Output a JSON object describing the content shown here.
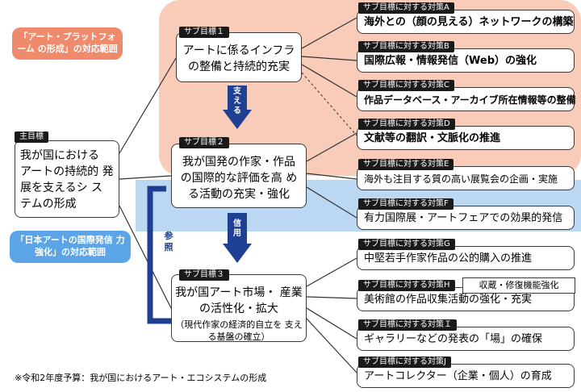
{
  "callouts": {
    "art_platform": "「アート・プラットフォーム の形成」の対応範囲",
    "japan_art": "「日本アートの国際発信 力強化」の対応範囲"
  },
  "main_goal": {
    "header": "主目標",
    "text": "我が国における アートの持続的 発展を支えるシ ステムの形成"
  },
  "sub_goals": [
    {
      "header": "サブ目標１",
      "text": "アートに係るインフラ の整備と持続的充実"
    },
    {
      "header": "サブ目標２",
      "text": "我が国発の作家・作品 の国際的な評価を高 める活動の充実・強化"
    },
    {
      "header": "サブ目標３",
      "text": "我が国アート市場・ 産業の活性化・拡大",
      "note": "（現代作家の経済的自立を 支える基盤の確立）"
    }
  ],
  "arrows": {
    "support": "支える",
    "trust": "信用",
    "reference": "参照"
  },
  "measures": [
    {
      "header": "サブ目標に対する対策A",
      "text": "海外との（顔の見える）ネットワークの構築",
      "bold": true
    },
    {
      "header": "サブ目標に対する対策B",
      "text": "国際広報・情報発信（Web）の強化",
      "bold": true
    },
    {
      "header": "サブ目標に対する対策C",
      "text": "作品データベース・アーカイブ所在情報等の整備",
      "bold": true
    },
    {
      "header": "サブ目標に対する対策D",
      "text": "文献等の翻訳・文脈化の推進",
      "bold": true
    },
    {
      "header": "サブ目標に対する対策E",
      "text": "海外も注目する質の高い展覧会の企画・実施",
      "bold": false
    },
    {
      "header": "サブ目標に対する対策F",
      "text": "有力国際展・アートフェアでの効果的発信",
      "bold": false
    },
    {
      "header": "サブ目標に対する対策G",
      "text": "中堅若手作家作品の公的購入の推進",
      "bold": false
    },
    {
      "header": "サブ目標に対する対策H",
      "text": "美術館の作品収集活動の強化・充実",
      "bold": false
    },
    {
      "header": "サブ目標に対する対策Ｉ",
      "text": "ギャラリーなどの発表の「場」の確保",
      "bold": false
    },
    {
      "header": "サブ目標に対する対策J",
      "text": "アートコレクター（企業・個人）の育成",
      "bold": false
    }
  ],
  "measure_h_extra": "収蔵・修復機能強化",
  "footnote": "※令和2年度予算：我が国におけるアート・エコシステムの形成"
}
